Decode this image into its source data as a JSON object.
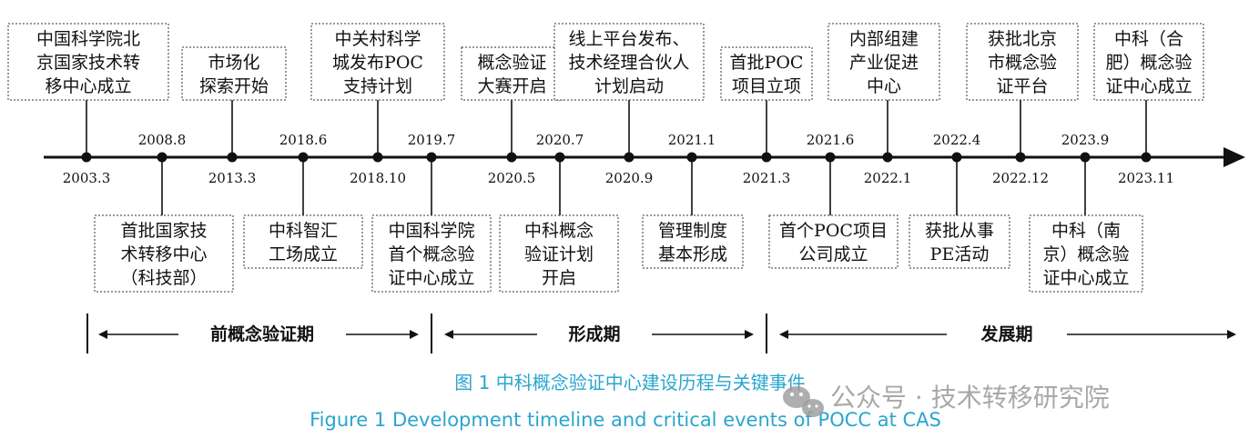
{
  "events": [
    {
      "date": "2003.3",
      "pos": "top",
      "lines": [
        "中国科学院北",
        "京国家技术转",
        "移中心成立"
      ]
    },
    {
      "date": "2008.8",
      "pos": "bottom",
      "lines": [
        "首批国家技",
        "术转移中心",
        "（科技部）"
      ]
    },
    {
      "date": "2013.3",
      "pos": "top",
      "lines": [
        "市场化",
        "探索开始"
      ]
    },
    {
      "date": "2018.6",
      "pos": "bottom",
      "lines": [
        "中科智汇",
        "工场成立"
      ]
    },
    {
      "date": "2018.10",
      "pos": "top",
      "lines": [
        "中关村科学",
        "城发布POC",
        "支持计划"
      ]
    },
    {
      "date": "2019.7",
      "pos": "bottom",
      "lines": [
        "中国科学院",
        "首个概念验",
        "证中心成立"
      ]
    },
    {
      "date": "2020.5",
      "pos": "top",
      "lines": [
        "概念验证",
        "大赛开启"
      ]
    },
    {
      "date": "2020.7",
      "pos": "bottom",
      "lines": [
        "中科概念",
        "验证计划",
        "开启"
      ]
    },
    {
      "date": "2020.9",
      "pos": "top",
      "lines": [
        "线上平台发布、",
        "技术经理合伙人",
        "计划启动"
      ]
    },
    {
      "date": "2021.1",
      "pos": "bottom",
      "lines": [
        "管理制度",
        "基本形成"
      ]
    },
    {
      "date": "2021.3",
      "pos": "top",
      "lines": [
        "首批POC",
        "项目立项"
      ]
    },
    {
      "date": "2021.6",
      "pos": "bottom",
      "lines": [
        "首个POC项目",
        "公司成立"
      ]
    },
    {
      "date": "2022.1",
      "pos": "top",
      "lines": [
        "内部组建",
        "产业促进",
        "中心"
      ]
    },
    {
      "date": "2022.4",
      "pos": "bottom",
      "lines": [
        "获批从事",
        "PE活动"
      ]
    },
    {
      "date": "2022.12",
      "pos": "top",
      "lines": [
        "获批北京",
        "市概念验",
        "证平台"
      ]
    },
    {
      "date": "2023.9",
      "pos": "bottom",
      "lines": [
        "中科（南",
        "京）概念验",
        "证中心成立"
      ]
    },
    {
      "date": "2023.11",
      "pos": "top",
      "lines": [
        "中科（合",
        "肥）概念验",
        "证中心成立"
      ]
    }
  ],
  "phases": [
    "前概念验证期",
    "形成期",
    "发展期"
  ],
  "caption": {
    "zh": "图 1  中科概念验证中心建设历程与关键事件",
    "en": "Figure 1  Development timeline and critical events of POCC at CAS"
  },
  "watermark": "公众号 · 技术转移研究院"
}
